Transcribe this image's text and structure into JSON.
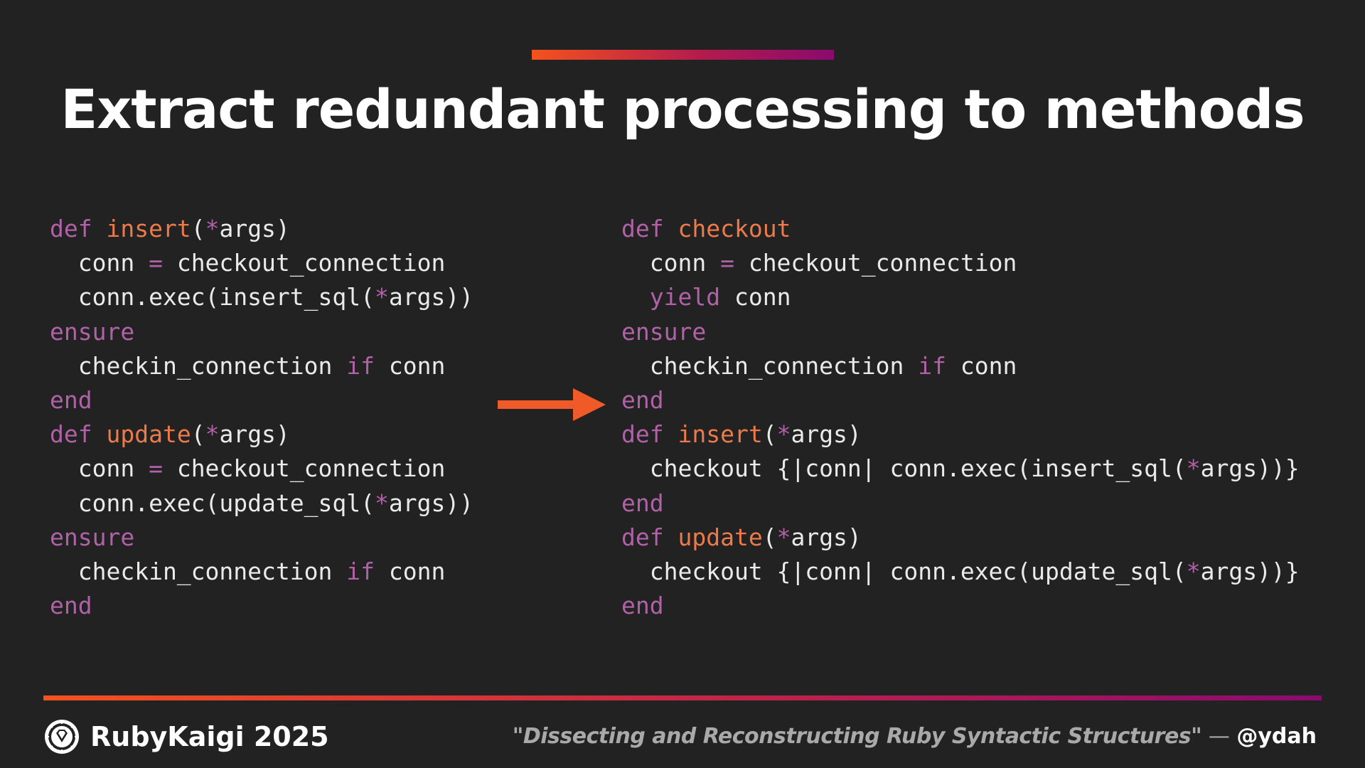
{
  "slide": {
    "title": "Extract redundant processing to methods"
  },
  "code_before": [
    [
      {
        "t": "kw",
        "v": "def "
      },
      {
        "t": "fn",
        "v": "insert"
      },
      {
        "t": "tx",
        "v": "("
      },
      {
        "t": "op",
        "v": "*"
      },
      {
        "t": "tx",
        "v": "args)"
      }
    ],
    [
      {
        "t": "tx",
        "v": "  conn "
      },
      {
        "t": "op",
        "v": "="
      },
      {
        "t": "tx",
        "v": " checkout_connection"
      }
    ],
    [
      {
        "t": "tx",
        "v": "  conn.exec(insert_sql("
      },
      {
        "t": "op",
        "v": "*"
      },
      {
        "t": "tx",
        "v": "args))"
      }
    ],
    [
      {
        "t": "kw",
        "v": "ensure"
      }
    ],
    [
      {
        "t": "tx",
        "v": "  checkin_connection "
      },
      {
        "t": "kw",
        "v": "if"
      },
      {
        "t": "tx",
        "v": " conn"
      }
    ],
    [
      {
        "t": "kw",
        "v": "end"
      }
    ],
    [
      {
        "t": "kw",
        "v": "def "
      },
      {
        "t": "fn",
        "v": "update"
      },
      {
        "t": "tx",
        "v": "("
      },
      {
        "t": "op",
        "v": "*"
      },
      {
        "t": "tx",
        "v": "args)"
      }
    ],
    [
      {
        "t": "tx",
        "v": "  conn "
      },
      {
        "t": "op",
        "v": "="
      },
      {
        "t": "tx",
        "v": " checkout_connection"
      }
    ],
    [
      {
        "t": "tx",
        "v": "  conn.exec(update_sql("
      },
      {
        "t": "op",
        "v": "*"
      },
      {
        "t": "tx",
        "v": "args))"
      }
    ],
    [
      {
        "t": "kw",
        "v": "ensure"
      }
    ],
    [
      {
        "t": "tx",
        "v": "  checkin_connection "
      },
      {
        "t": "kw",
        "v": "if"
      },
      {
        "t": "tx",
        "v": " conn"
      }
    ],
    [
      {
        "t": "kw",
        "v": "end"
      }
    ]
  ],
  "code_after": [
    [
      {
        "t": "kw",
        "v": "def "
      },
      {
        "t": "fn",
        "v": "checkout"
      }
    ],
    [
      {
        "t": "tx",
        "v": "  conn "
      },
      {
        "t": "op",
        "v": "="
      },
      {
        "t": "tx",
        "v": " checkout_connection"
      }
    ],
    [
      {
        "t": "tx",
        "v": "  "
      },
      {
        "t": "kw",
        "v": "yield"
      },
      {
        "t": "tx",
        "v": " conn"
      }
    ],
    [
      {
        "t": "kw",
        "v": "ensure"
      }
    ],
    [
      {
        "t": "tx",
        "v": "  checkin_connection "
      },
      {
        "t": "kw",
        "v": "if"
      },
      {
        "t": "tx",
        "v": " conn"
      }
    ],
    [
      {
        "t": "kw",
        "v": "end"
      }
    ],
    [
      {
        "t": "kw",
        "v": "def "
      },
      {
        "t": "fn",
        "v": "insert"
      },
      {
        "t": "tx",
        "v": "("
      },
      {
        "t": "op",
        "v": "*"
      },
      {
        "t": "tx",
        "v": "args)"
      }
    ],
    [
      {
        "t": "tx",
        "v": "  checkout {|conn| conn.exec(insert_sql("
      },
      {
        "t": "op",
        "v": "*"
      },
      {
        "t": "tx",
        "v": "args))}"
      }
    ],
    [
      {
        "t": "kw",
        "v": "end"
      }
    ],
    [
      {
        "t": "kw",
        "v": "def "
      },
      {
        "t": "fn",
        "v": "update"
      },
      {
        "t": "tx",
        "v": "("
      },
      {
        "t": "op",
        "v": "*"
      },
      {
        "t": "tx",
        "v": "args)"
      }
    ],
    [
      {
        "t": "tx",
        "v": "  checkout {|conn| conn.exec(update_sql("
      },
      {
        "t": "op",
        "v": "*"
      },
      {
        "t": "tx",
        "v": "args))}"
      }
    ],
    [
      {
        "t": "kw",
        "v": "end"
      }
    ]
  ],
  "footer": {
    "brand": "RubyKaigi 2025",
    "talk_title": "\"Dissecting and Reconstructing Ruby Syntactic Structures\"",
    "separator": " — ",
    "handle": "@ydah"
  },
  "icons": {
    "arrow": "arrow-right-icon",
    "logo": "rubykaigi-logo-icon"
  },
  "colors": {
    "background": "#222223",
    "keyword": "#b062a6",
    "function_name": "#ee7a4a",
    "plain_text": "#eaeaea",
    "accent_orange": "#f4521e",
    "accent_purple": "#8a0a6e",
    "arrow": "#f05a28"
  }
}
